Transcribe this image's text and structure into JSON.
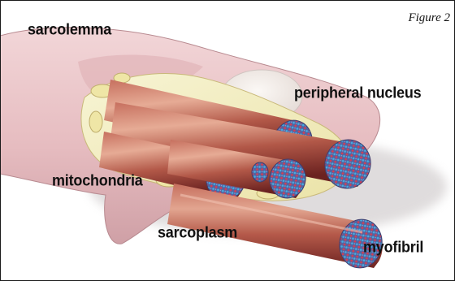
{
  "figure": {
    "caption": "Figure 2"
  },
  "labels": {
    "sarcolemma": "sarcolemma",
    "peripheral_nucleus": "peripheral nucleus",
    "mitochondria": "mitochondria",
    "sarcoplasm": "sarcoplasm",
    "myofibril": "myofibril"
  },
  "colors": {
    "sarcolemma": "#e9c3c6",
    "sarcolemma_shadow": "#c89aa0",
    "nucleus": "#f2ece8",
    "sarcoplasm": "#f3efc4",
    "sarcoplasm_edge": "#c8b874",
    "myofibril_light": "#d99681",
    "myofibril_mid": "#b55a4a",
    "myofibril_dark": "#7a2a26",
    "crosssection_base": "#5c6ea8",
    "crosssection_dot_red": "#d8384a",
    "crosssection_dot_blue": "#38a8e0"
  }
}
